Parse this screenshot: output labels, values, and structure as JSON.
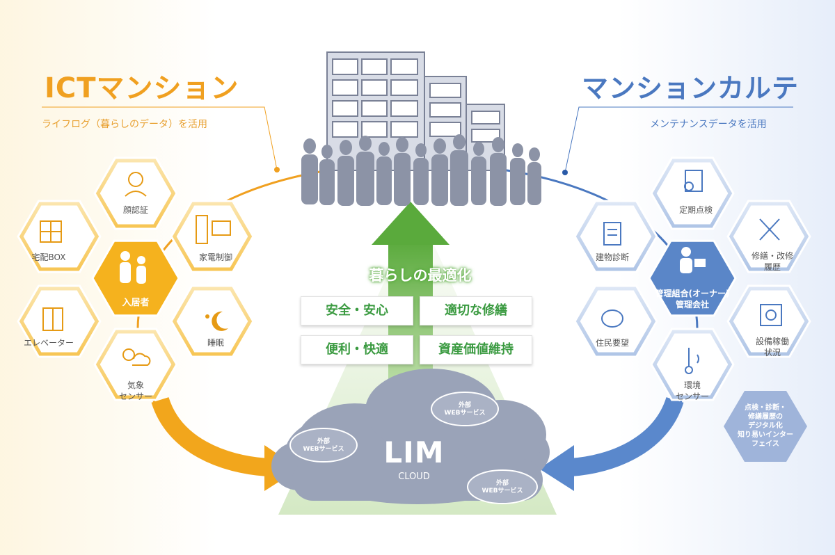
{
  "left": {
    "title": "ICTマンション",
    "subtitle": "ライフログ（暮らしのデータ）を活用",
    "center": "入居者",
    "items": [
      "顔認証",
      "宅配BOX",
      "家電制御",
      "エレベーター",
      "睡眠",
      "気象\nセンサー"
    ]
  },
  "right": {
    "title": "マンションカルテ",
    "subtitle": "メンテナンスデータを活用",
    "center": "管理組合(オーナー)\n管理会社",
    "items": [
      "定期点検",
      "建物診断",
      "修繕・改修\n履歴",
      "住民要望",
      "設備稼働\n状況",
      "環境\nセンサー"
    ],
    "feature": "点検・診断・\n修繕履歴の\nデジタル化\n知り易いインター\nフェイス"
  },
  "center": {
    "optimize_label": "暮らしの最適化",
    "badges": [
      "安全・安心",
      "適切な修繕",
      "便利・快適",
      "資産価値維持"
    ]
  },
  "cloud": {
    "main": "LIM",
    "sub": "CLOUD",
    "web_services": [
      "外部\nWEBサービス",
      "外部\nWEBサービス",
      "外部\nWEBサービス"
    ]
  },
  "colors": {
    "orange": "#f0a020",
    "blue": "#4a78c0",
    "green": "#5aaa3c",
    "cloud_gray": "#9aa3b8"
  },
  "icons": {
    "left": [
      "face-icon",
      "delivery-box-icon",
      "appliance-icon",
      "elevator-icon",
      "moon-icon",
      "weather-icon",
      "residents-icon"
    ],
    "right": [
      "clipboard-icon",
      "building-check-icon",
      "tools-icon",
      "chat-icon",
      "equipment-icon",
      "thermometer-icon",
      "manager-icon"
    ]
  }
}
